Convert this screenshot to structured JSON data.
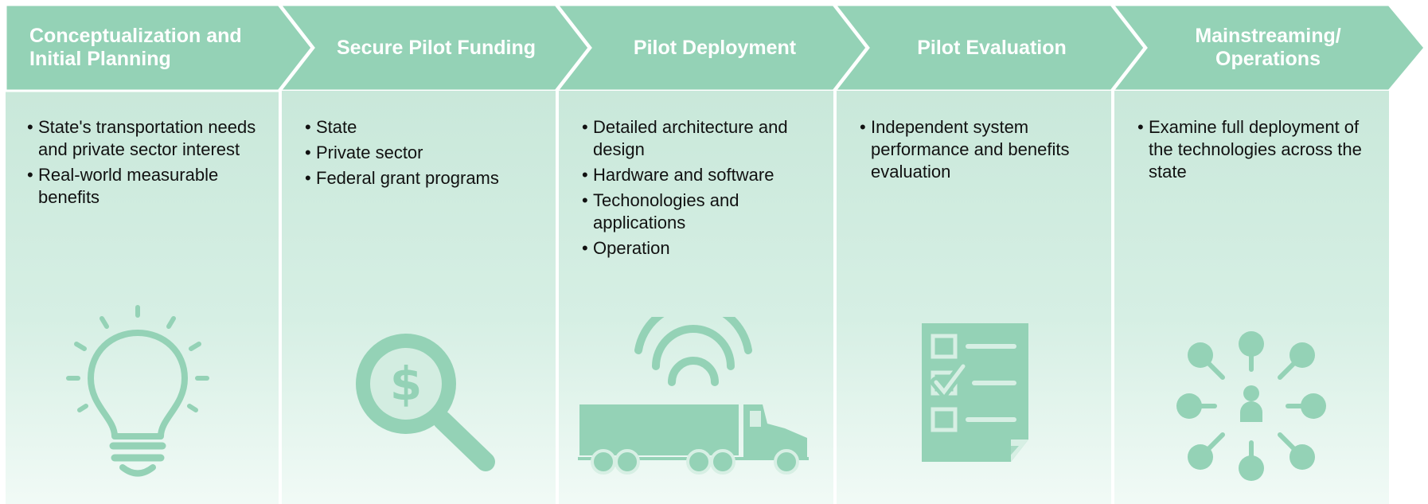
{
  "colors": {
    "header_fill": "#94d2b6",
    "header_border": "#ffffff",
    "body_fill_top": "#c9e8da",
    "body_fill_bottom": "#f1faf6",
    "icon_fill": "#94d2b6",
    "header_text": "#ffffff",
    "body_text": "#111111"
  },
  "stages": [
    {
      "title": "Conceptualization and Initial Planning",
      "bullets": [
        "State's transportation needs and private sector interest",
        "Real-world measurable benefits"
      ],
      "icon": "lightbulb-icon"
    },
    {
      "title": "Secure Pilot Funding",
      "bullets": [
        "State",
        "Private sector",
        "Federal grant programs"
      ],
      "icon": "dollar-magnifier-icon"
    },
    {
      "title": "Pilot Deployment",
      "bullets": [
        "Detailed architecture and design",
        "Hardware and software",
        "Techonologies and applications",
        "Operation"
      ],
      "icon": "connected-truck-icon"
    },
    {
      "title": "Pilot Evaluation",
      "bullets": [
        "Independent system performance and benefits evaluation"
      ],
      "icon": "checklist-icon"
    },
    {
      "title": "Mainstreaming/ Operations",
      "bullets": [
        "Examine full deployment of the technologies across the state"
      ],
      "icon": "network-hub-icon"
    }
  ]
}
